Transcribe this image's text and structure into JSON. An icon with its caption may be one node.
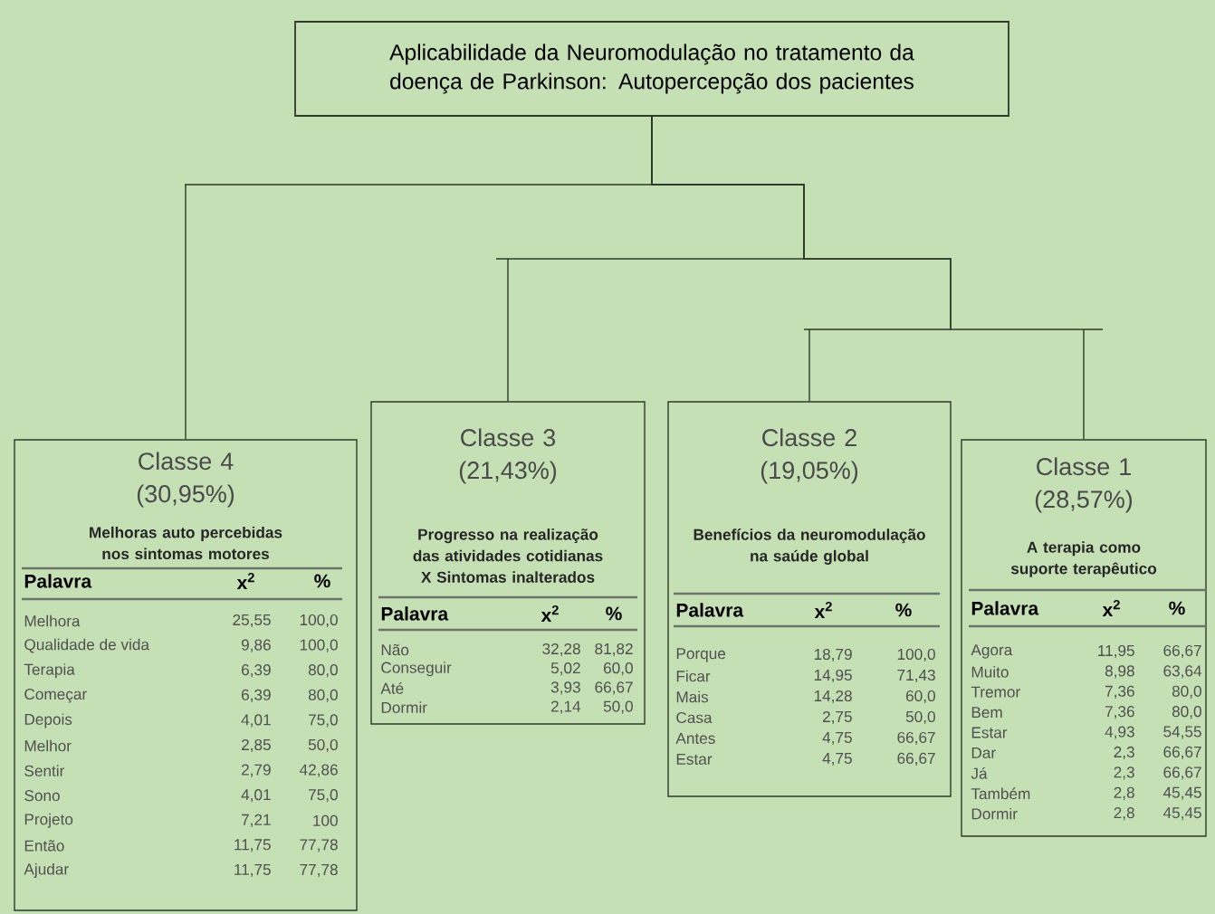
{
  "diagram": {
    "nodes": [
      {
        "text": [
          "Aplicabilidade da Neuromodulação no tratamento da doença de Parkinson: Autopercepção dos pacientes"
        ]
      },
      {
        "text": [
          "Classe 4 (30,95%)",
          "Melhoras auto percebidas nos sintomas motores",
          "Palavra",
          "x$^{2}$",
          "%",
          "Melhora",
          "25,55",
          "100,0",
          "Qualidade de vida",
          "9,86",
          "100,0",
          "Terapia",
          "6,39",
          "80,0",
          "Começar",
          "6,39",
          "80,0",
          "Depois",
          "4,01",
          "75,0",
          "Melhor",
          "2,85",
          "50,0",
          "Sentir",
          "2,79",
          "42,86",
          "Sono",
          "4,01",
          "75,0",
          "Projeto",
          "7,21",
          "100",
          "Então",
          "11,75",
          "77,78",
          "Ajudar",
          "11,75",
          "77,78"
        ]
      },
      {
        "text": [
          "Classe 3 (21,43%)",
          "Progresso na realização das atividades cotidianas X Sintomas inalterados",
          "Palavra",
          "x$^{2}$",
          "%",
          "Não",
          "32,28",
          "81,82",
          "Conseguir",
          "5,02",
          "60,0",
          "Até",
          "3,93",
          "66,67",
          "Dormir",
          "2,14",
          "50,0"
        ]
      },
      {
        "text": [
          "Classe 2 (19,05%)",
          "Benefícios da neuromodulação na saúde global",
          "Palavra",
          "x$^{2}$",
          "%",
          "Porque",
          "18,79",
          "100,0",
          "Ficar",
          "14,95",
          "71,43",
          "Mais",
          "14,28",
          "60,0",
          "Casa",
          "2,75",
          "50,0",
          "Antes",
          "4,75",
          "66,67",
          "Estar",
          "4,75",
          "66,67"
        ]
      },
      {
        "text": [
          "Classe 1 (28,57%)",
          "A terapia como suporte terapêutico",
          "Palavra",
          "x$^{2}$",
          "%",
          "Agora",
          "11,95",
          "66,67",
          "Muito",
          "8,98",
          "63,64",
          "Tremor",
          "7,36",
          "80,0",
          "Bem",
          "7,36",
          "80,0",
          "Estar",
          "4,93",
          "54,55",
          "Dar",
          "2,3",
          "66,67",
          "Já",
          "2,3",
          "66,67",
          "Também",
          "2,8",
          "45,45",
          "Dormir",
          "2,8",
          "45,45"
        ]
      }
    ],
    "edges": [
      {
        "from": 0,
        "to": 1,
        "arrow": "none"
      },
      {
        "from": 0,
        "to": 2,
        "arrow": "none"
      },
      {
        "from": 0,
        "to": 3,
        "arrow": "none"
      },
      {
        "from": 0,
        "to": 4,
        "arrow": "none"
      }
    ]
  }
}
